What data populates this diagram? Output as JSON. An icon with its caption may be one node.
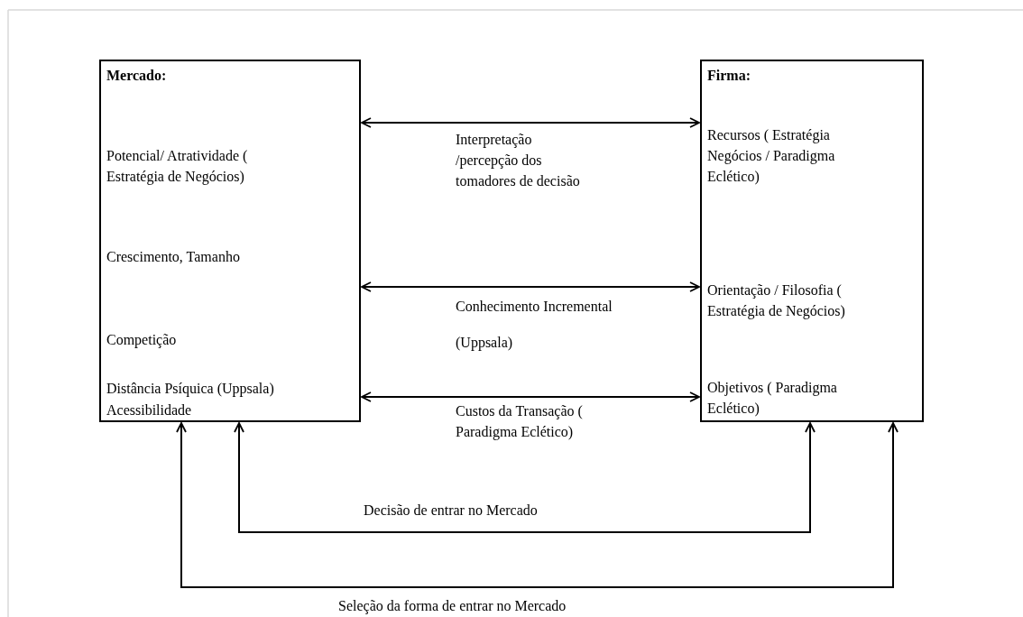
{
  "diagram": {
    "nodes": [
      {
        "text": [
          "Mercado:",
          "Potencial/ Atratividade ( Estratégia de Negócios)",
          "Crescimento, Tamanho",
          "Competição",
          "Distância Psíquica (Uppsala)",
          "Acessibilidade"
        ]
      },
      {
        "text": [
          "Firma:",
          "Recursos ( Estratégia Negócios / Paradigma Eclético)",
          "Orientação / Filosofia ( Estratégia de Negócios)",
          "Objetivos ( Paradigma Eclético)"
        ]
      }
    ],
    "edges": [
      {
        "from": 0,
        "to": 1,
        "arrow": "both",
        "label": "Interpretação /percepção dos tomadores de decisão"
      },
      {
        "from": 0,
        "to": 1,
        "arrow": "both",
        "label": "Conhecimento Incremental (Uppsala)"
      },
      {
        "from": 0,
        "to": 1,
        "arrow": "both",
        "label": "Custos da Transação ( Paradigma Eclético)"
      },
      {
        "from": 0,
        "to": 1,
        "arrow": "both",
        "label": "Decisão de entrar no Mercado"
      },
      {
        "from": 0,
        "to": 1,
        "arrow": "both",
        "label": "Seleção da forma de entrar no Mercado"
      }
    ]
  }
}
